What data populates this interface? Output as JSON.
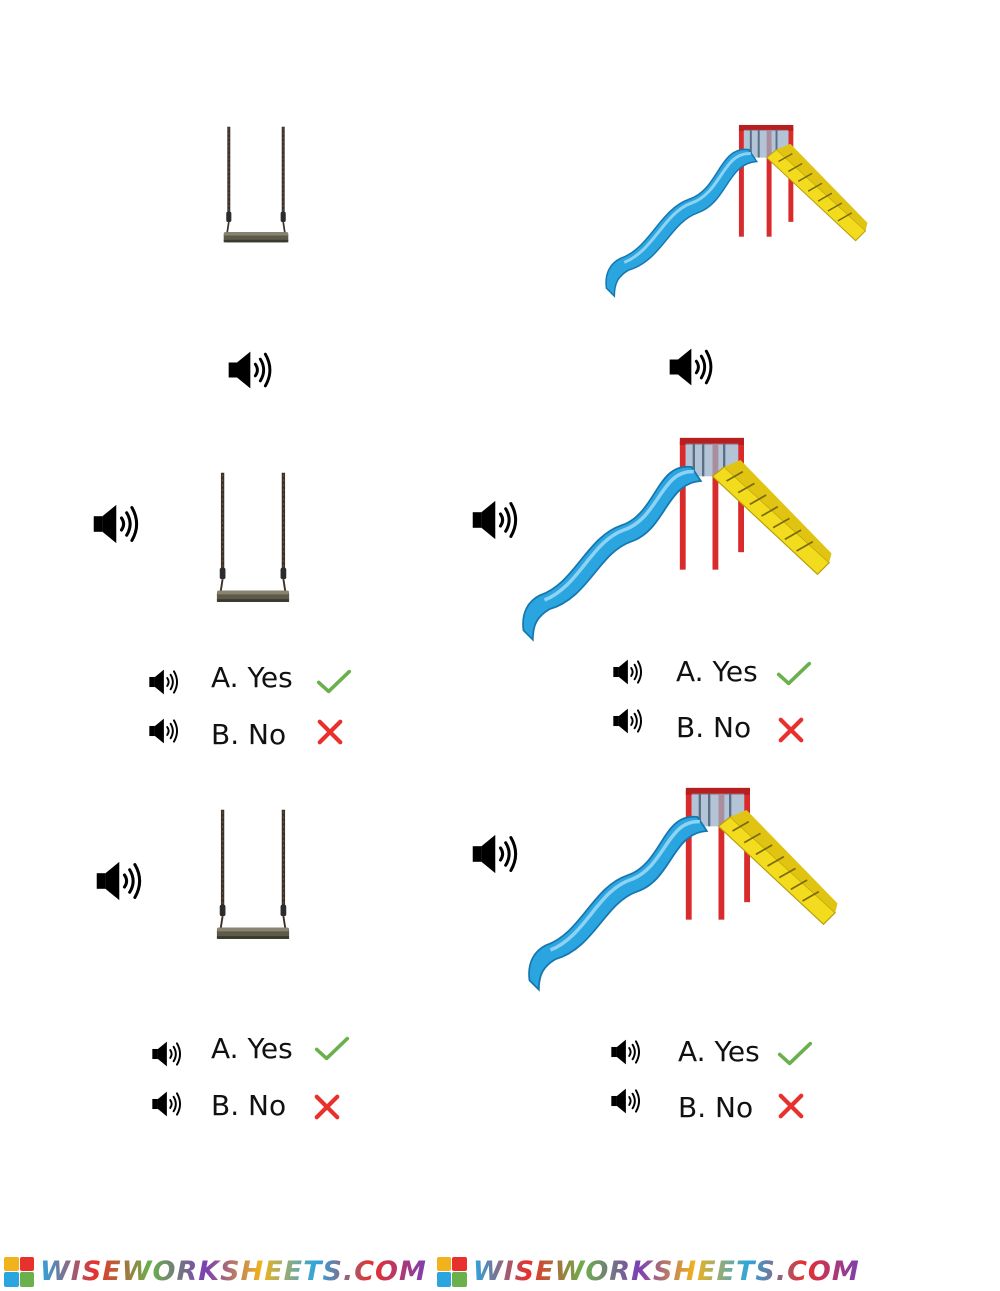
{
  "options": {
    "yes_label": "A. Yes",
    "no_label": "B. No"
  },
  "footer": {
    "brand_text": "WISEWORKSHEETS.COM"
  },
  "colors": {
    "check": "#6ab04c",
    "cross": "#e8302c",
    "slide_blue": "#2aa5e0",
    "ladder_yellow": "#f3dc1e",
    "pole_red": "#d92b2b"
  },
  "icons": {
    "speaker": "speaker-icon",
    "check": "check-icon",
    "cross": "cross-icon"
  }
}
